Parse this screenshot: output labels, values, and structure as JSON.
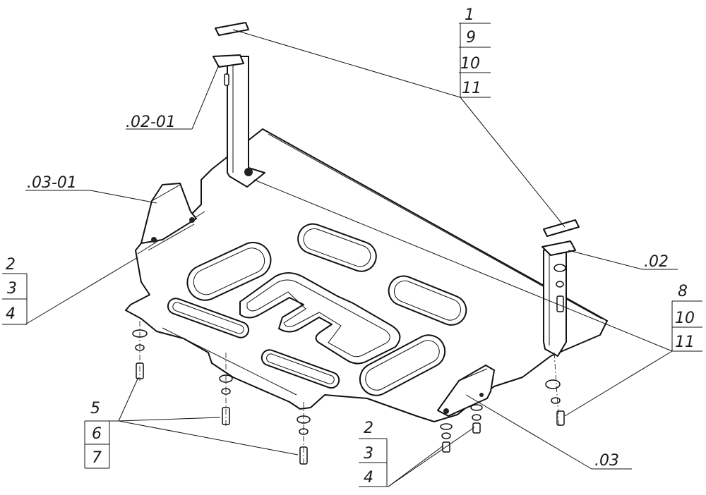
{
  "labels": {
    "top_right_stack": [
      "1",
      "9",
      "10",
      "11"
    ],
    "part_02_01": ".02-01",
    "part_03_01": ".03-01",
    "part_02": ".02",
    "part_03": ".03",
    "left_stack": [
      "2",
      "3",
      "4"
    ],
    "bottom_left_stack": [
      "5",
      "6",
      "7"
    ],
    "bottom_mid_stack": [
      "2",
      "3",
      "4"
    ],
    "right_stack": [
      "8",
      "10",
      "11"
    ]
  }
}
